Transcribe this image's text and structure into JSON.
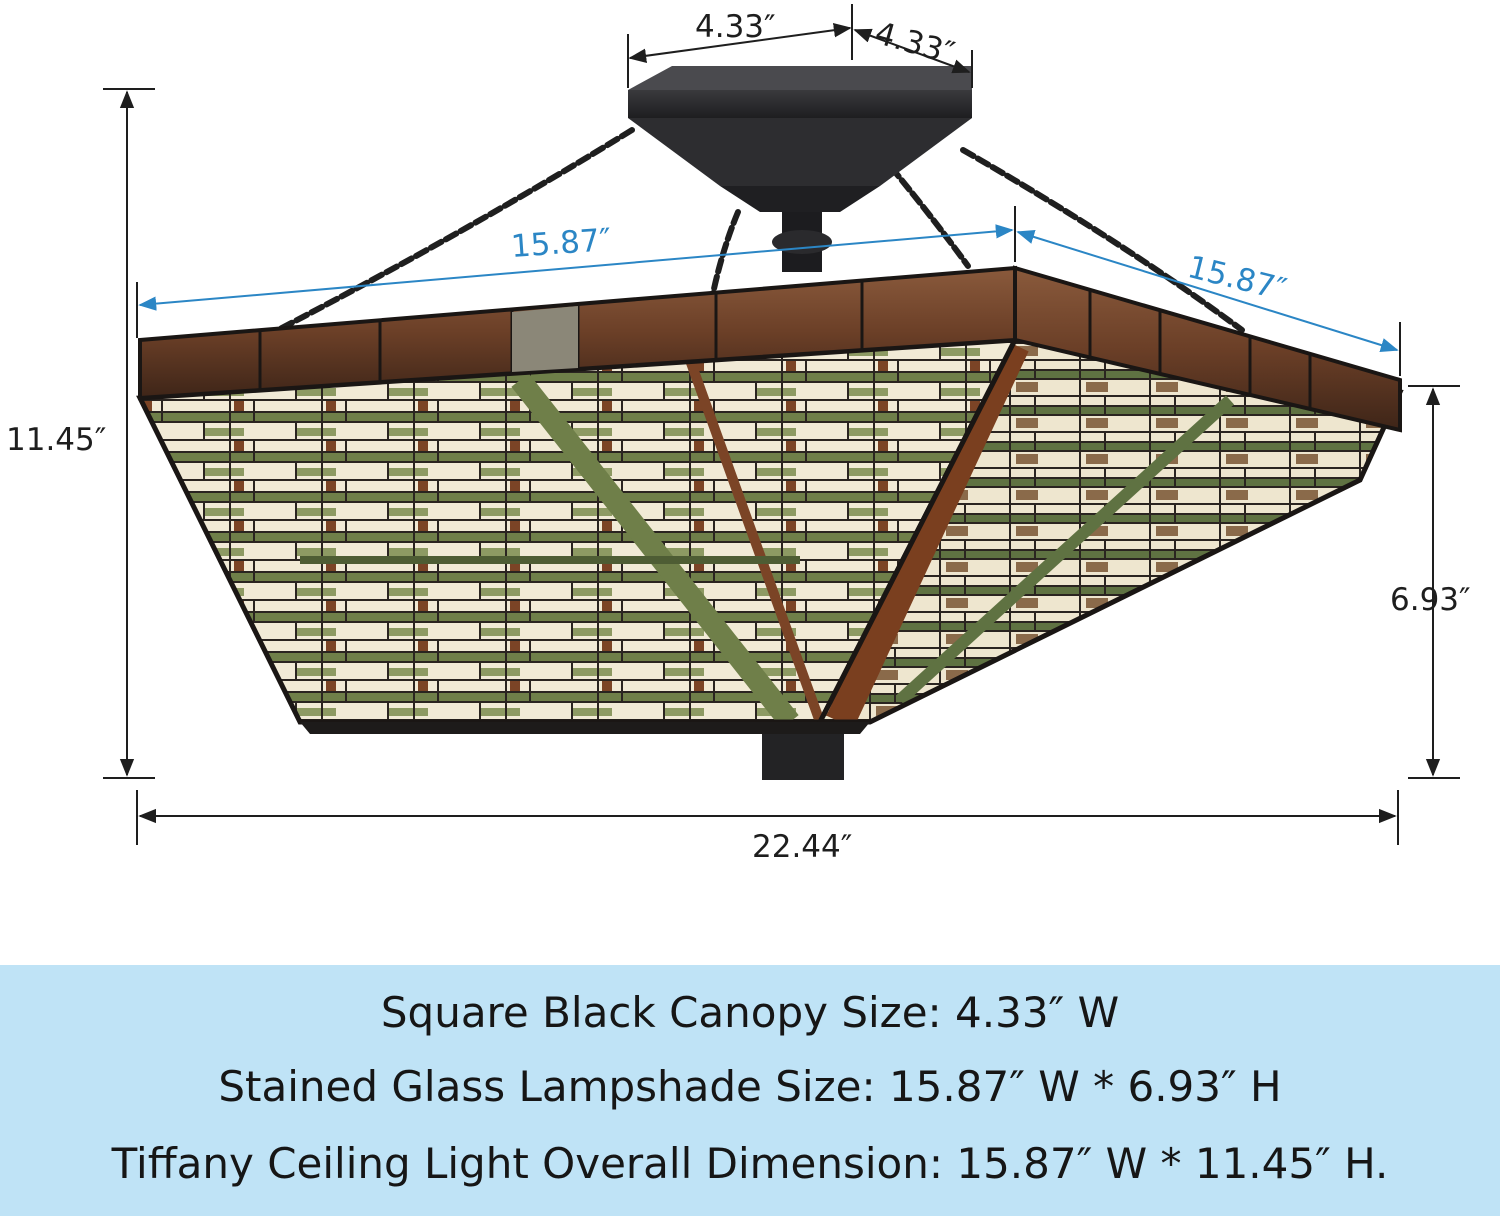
{
  "dimensions": {
    "canopy_front": "4.33″",
    "canopy_side": "4.33″",
    "shade_front": "15.87″",
    "shade_side": "15.87″",
    "overall_height": "11.45″",
    "shade_height": "6.93″",
    "overall_width": "22.44″"
  },
  "specs": [
    "Square Black Canopy Size: 4.33″  W",
    "Stained Glass Lampshade Size: 15.87″  W * 6.93″  H",
    "Tiffany Ceiling Light Overall Dimension: 15.87″  W * 11.45″  H."
  ],
  "colors": {
    "band": "#bfe3f6",
    "dimension_blue": "#2b86c5",
    "canopy": "#2b2b2d",
    "glass_cream": "#f1ead6",
    "glass_green": "#6f7f49",
    "glass_amber": "#7b4426"
  }
}
